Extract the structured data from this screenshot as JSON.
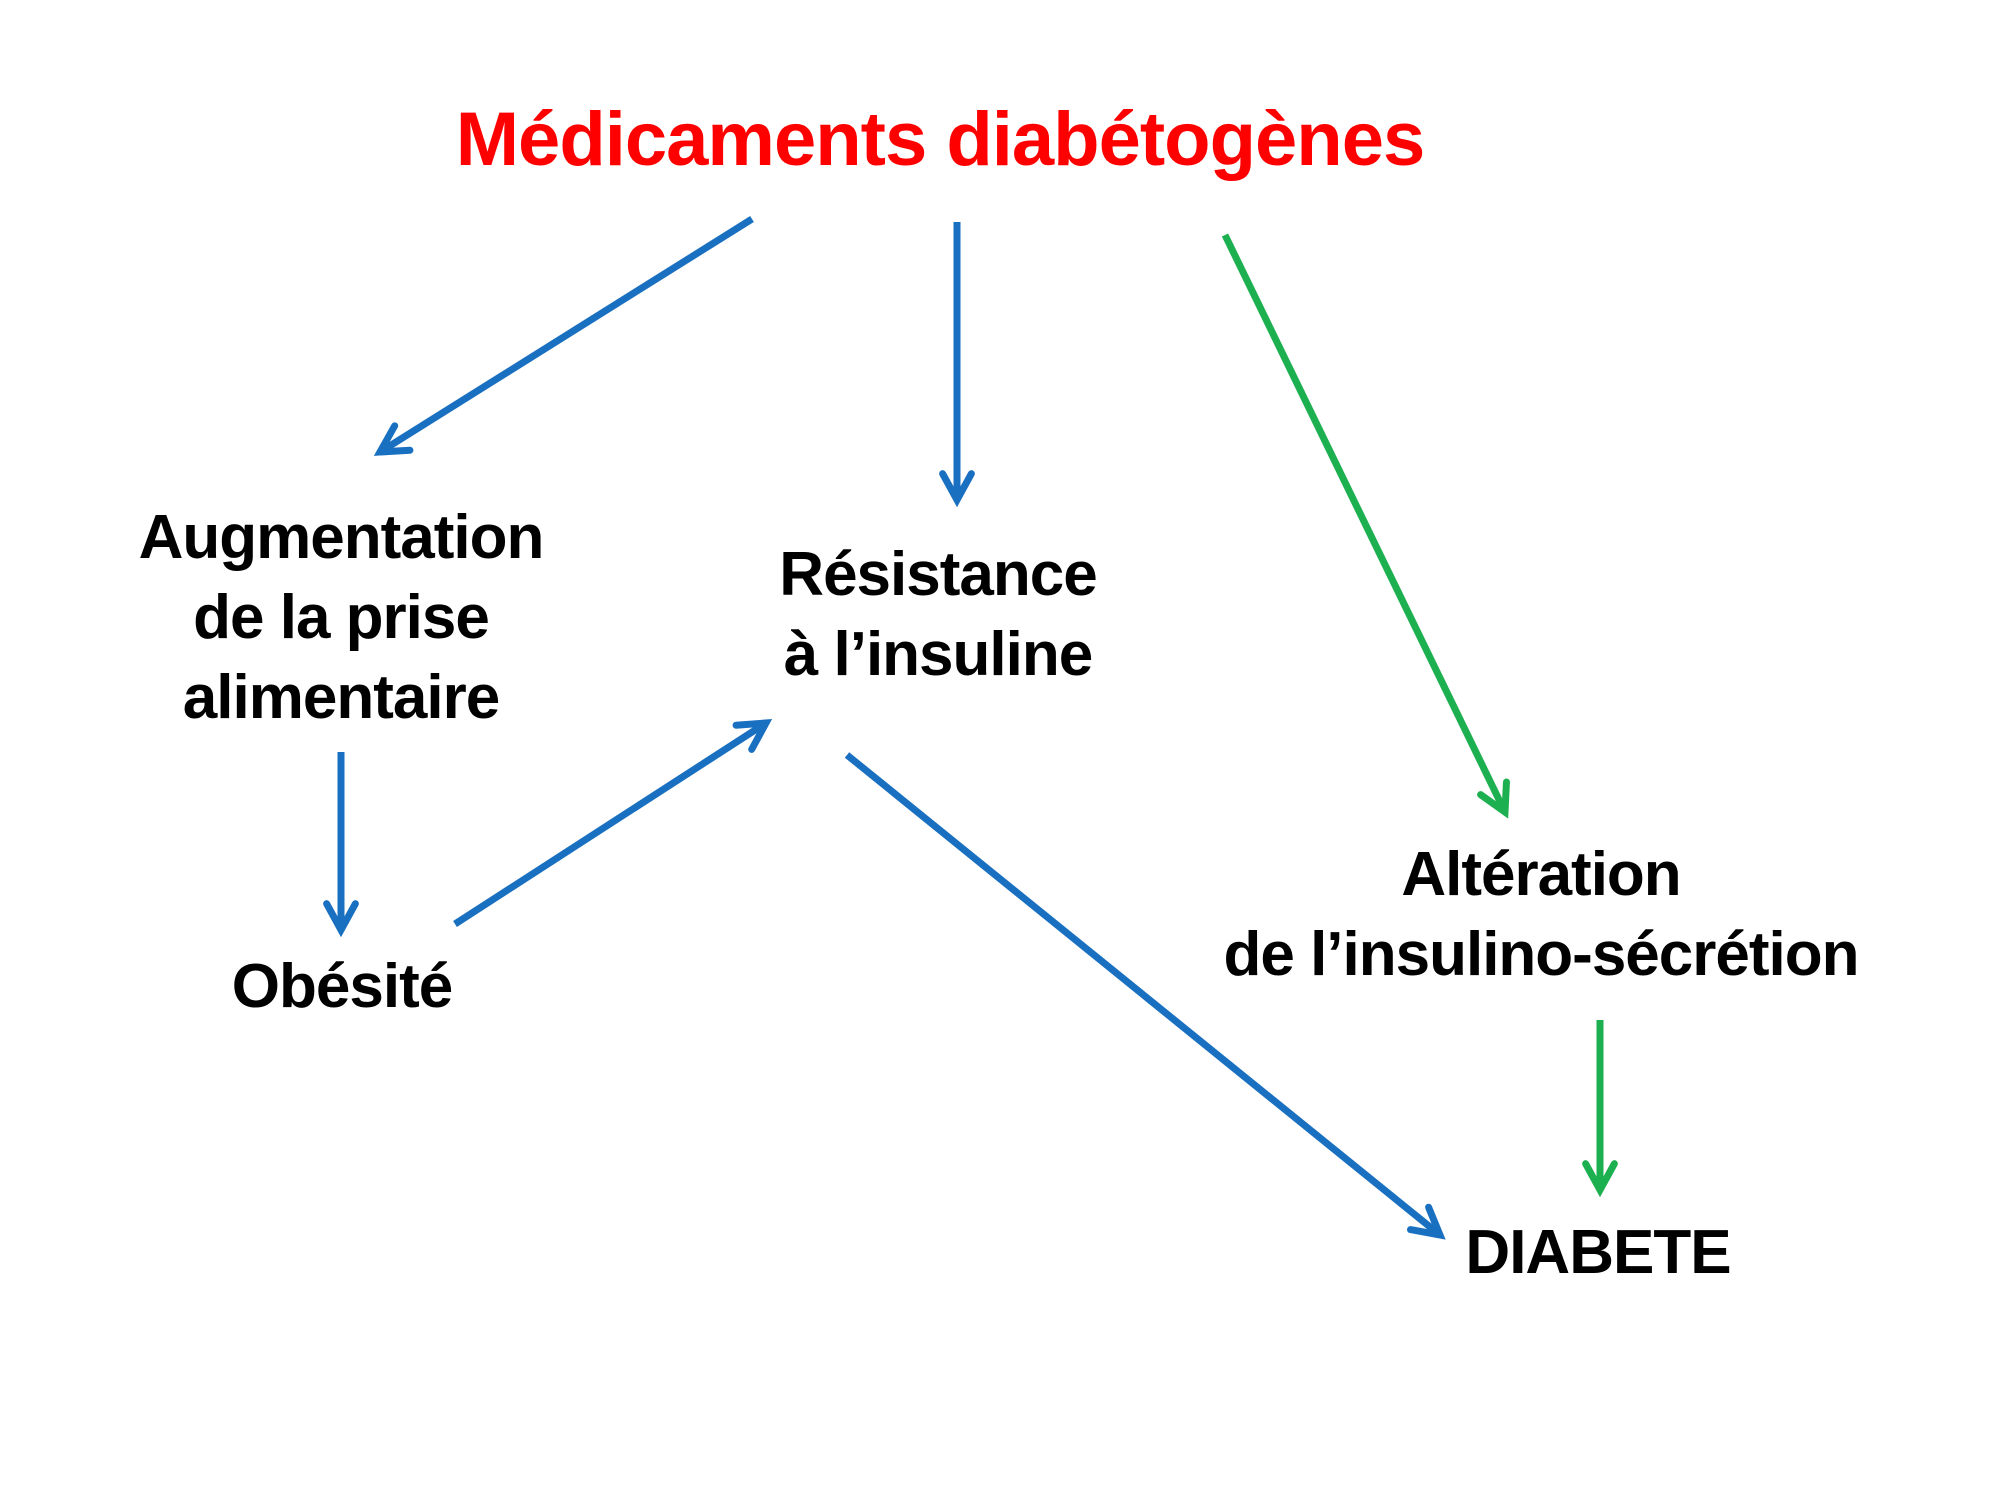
{
  "colors": {
    "title": "#ff0000",
    "text": "#000000",
    "blue_arrow": "#1a70c0",
    "green_arrow": "#1db050",
    "background": "#ffffff"
  },
  "title": "Médicaments diabétogènes",
  "nodes": {
    "augmentation": [
      "Augmentation",
      "de la prise",
      "alimentaire"
    ],
    "resistance": [
      "Résistance",
      "à l’insuline"
    ],
    "obesite": [
      "Obésité"
    ],
    "alteration": [
      "Altération",
      "de l’insulino-sécrétion"
    ],
    "diabete": [
      "DIABETE"
    ]
  },
  "edges": [
    {
      "from": "Médicaments diabétogènes",
      "to": "Augmentation de la prise alimentaire",
      "color": "blue"
    },
    {
      "from": "Médicaments diabétogènes",
      "to": "Résistance à l’insuline",
      "color": "blue"
    },
    {
      "from": "Médicaments diabétogènes",
      "to": "Altération de l’insulino-sécrétion",
      "color": "green"
    },
    {
      "from": "Augmentation de la prise alimentaire",
      "to": "Obésité",
      "color": "blue"
    },
    {
      "from": "Obésité",
      "to": "Résistance à l’insuline",
      "color": "blue"
    },
    {
      "from": "Résistance à l’insuline",
      "to": "DIABETE",
      "color": "blue"
    },
    {
      "from": "Altération de l’insulino-sécrétion",
      "to": "DIABETE",
      "color": "green"
    }
  ]
}
